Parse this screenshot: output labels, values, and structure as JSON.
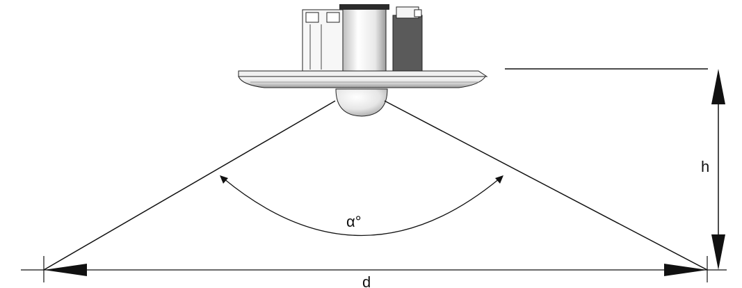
{
  "diagram": {
    "labels": {
      "height": "h",
      "angle": "α°",
      "distance": "d"
    },
    "colors": {
      "line": "#111111",
      "sensor_light": "#f2f2f2",
      "sensor_mid": "#c9c9c9",
      "sensor_dark": "#555555"
    },
    "icons": {
      "sensor": "ceiling-motion-sensor-icon"
    }
  }
}
